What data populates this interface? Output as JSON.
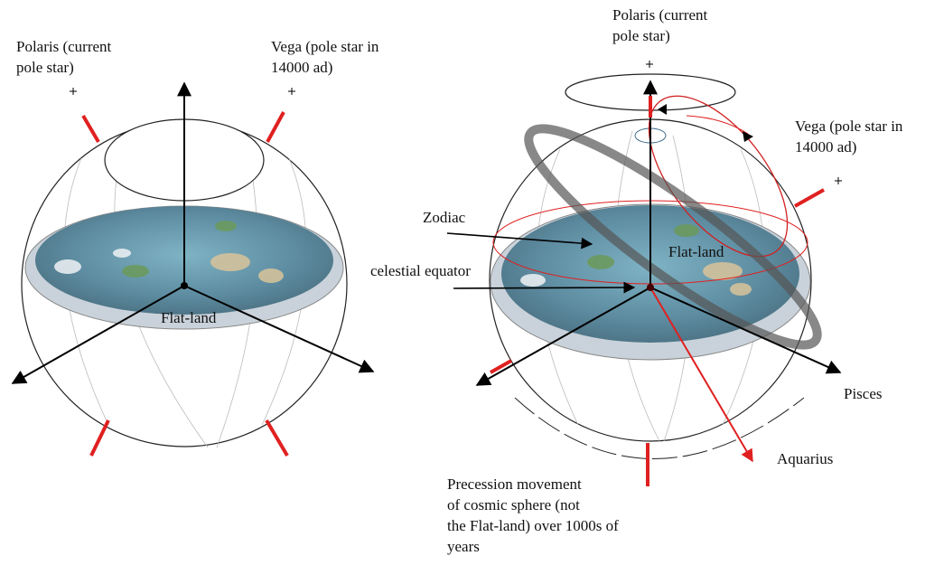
{
  "left_diagram": {
    "polaris_label": [
      "Polaris (current",
      "pole star)"
    ],
    "vega_label": [
      "Vega (pole star in",
      "14000 ad)"
    ],
    "center_label": "Flat-land"
  },
  "right_diagram": {
    "polaris_label": [
      "Polaris (current",
      "pole star)"
    ],
    "vega_label": [
      "Vega (pole star in",
      "14000 ad)"
    ],
    "zodiac_label": "Zodiac",
    "equator_label": "celestial equator",
    "center_label": "Flat-land",
    "pisces_label": "Pisces",
    "aquarius_label": "Aquarius",
    "precession_label": [
      "Precession movement",
      "of cosmic sphere (not",
      "the Flat-land) over 1000s of",
      "years"
    ]
  },
  "colors": {
    "red": "#e02020",
    "disc": "#5f8ea3",
    "band": "#555555"
  }
}
